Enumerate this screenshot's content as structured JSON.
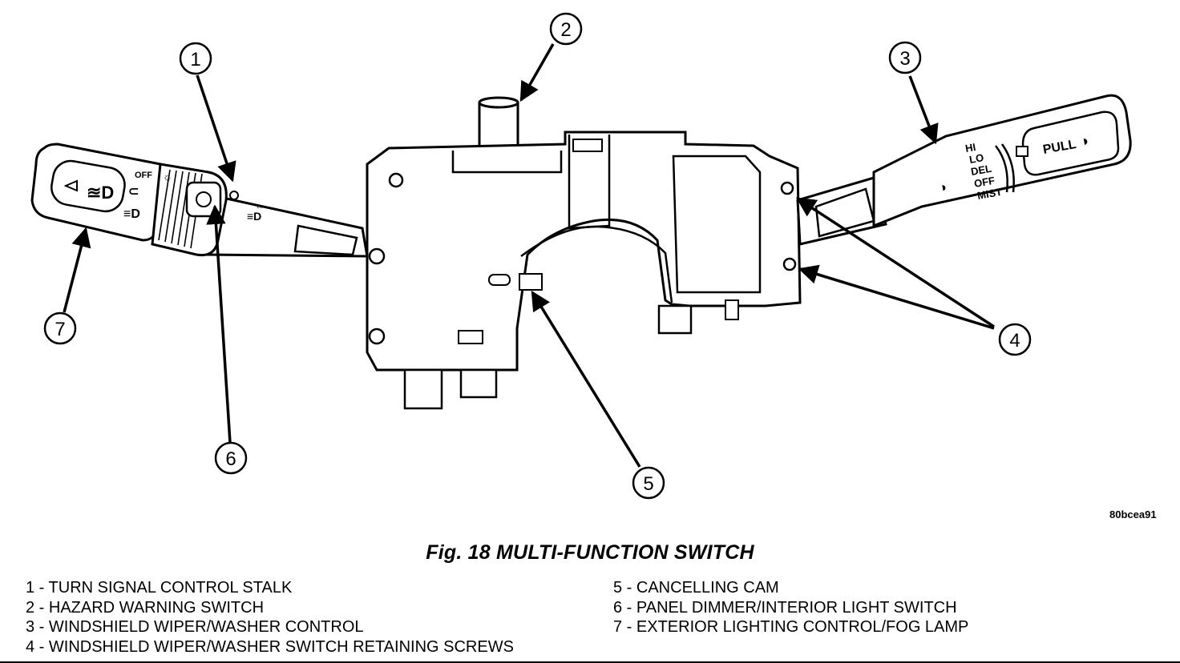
{
  "figure": {
    "id_code": "80bcea91",
    "caption": "Fig. 18 MULTI-FUNCTION SWITCH"
  },
  "callouts": [
    "1",
    "2",
    "3",
    "4",
    "5",
    "6",
    "7"
  ],
  "right_stalk": {
    "labels": [
      "HI",
      "LO",
      "DEL",
      "OFF",
      "MIST"
    ],
    "pull_label": "PULL"
  },
  "left_stalk": {
    "off_label": "OFF"
  },
  "legend": [
    {
      "num": "1",
      "text": "1 - TURN SIGNAL CONTROL STALK"
    },
    {
      "num": "2",
      "text": "2 - HAZARD WARNING SWITCH"
    },
    {
      "num": "3",
      "text": "3 - WINDSHIELD WIPER/WASHER CONTROL"
    },
    {
      "num": "4",
      "text": "4 - WINDSHIELD WIPER/WASHER SWITCH RETAINING SCREWS"
    },
    {
      "num": "5",
      "text": "5 - CANCELLING CAM"
    },
    {
      "num": "6",
      "text": "6 - PANEL DIMMER/INTERIOR LIGHT SWITCH"
    },
    {
      "num": "7",
      "text": "7 - EXTERIOR LIGHTING CONTROL/FOG LAMP"
    }
  ]
}
